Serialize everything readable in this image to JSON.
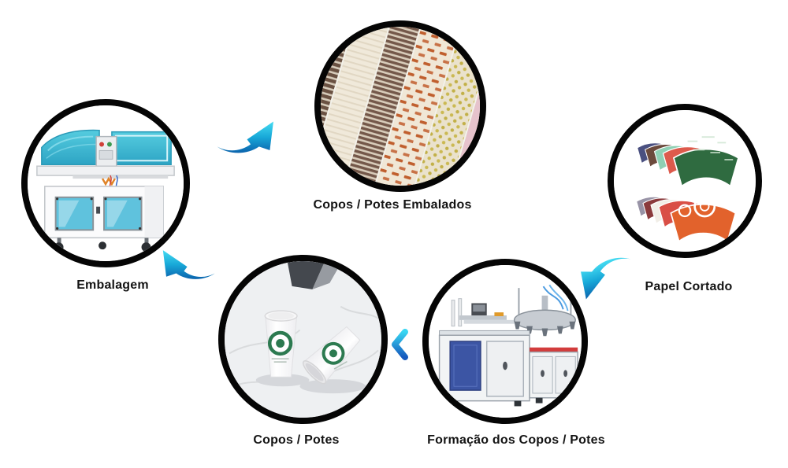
{
  "diagram": {
    "title_implicit": "Paper cup production cycle",
    "stages": [
      {
        "id": "copos-potes-embalados",
        "label": "Copos / Potes Embalados",
        "illustration": "packaged-cup-sleeves-photo",
        "illustration_alt": "Rolls of paper cups packed in plastic sleeves, assorted prints"
      },
      {
        "id": "papel-cortado",
        "label": "Papel Cortado",
        "illustration": "cut-paper-fan-blanks-photo",
        "illustration_alt": "Fan-shaped printed paper blanks in two spread rows"
      },
      {
        "id": "formacao-dos-copos-potes",
        "label": "Formação dos Copos / Potes",
        "illustration": "cup-forming-machine-photo",
        "illustration_alt": "Paper cup forming machine with turret and cabinets"
      },
      {
        "id": "copos-potes",
        "label": "Copos / Potes",
        "illustration": "paper-cups-photo",
        "illustration_alt": "Two white paper cups with green logo on marble table"
      },
      {
        "id": "embalagem",
        "label": "Embalagem",
        "illustration": "packaging-machine-photo",
        "illustration_alt": "Shrink wrap packaging machine with teal covers"
      }
    ],
    "arrows": [
      {
        "name": "arrow-embalagem-to-embalados",
        "direction": "up-right"
      },
      {
        "name": "arrow-papel-cortado-to-formacao",
        "direction": "down-left"
      },
      {
        "name": "chevron-formacao-to-copos",
        "direction": "left"
      },
      {
        "name": "arrow-copos-to-embalagem",
        "direction": "up-left"
      }
    ],
    "colors": {
      "circle_border": "#050505",
      "label_text": "#141414",
      "arrow_cyan": "#45dcf2",
      "arrow_blue": "#0b63ad",
      "chevron_blue": "#1559bd"
    }
  }
}
